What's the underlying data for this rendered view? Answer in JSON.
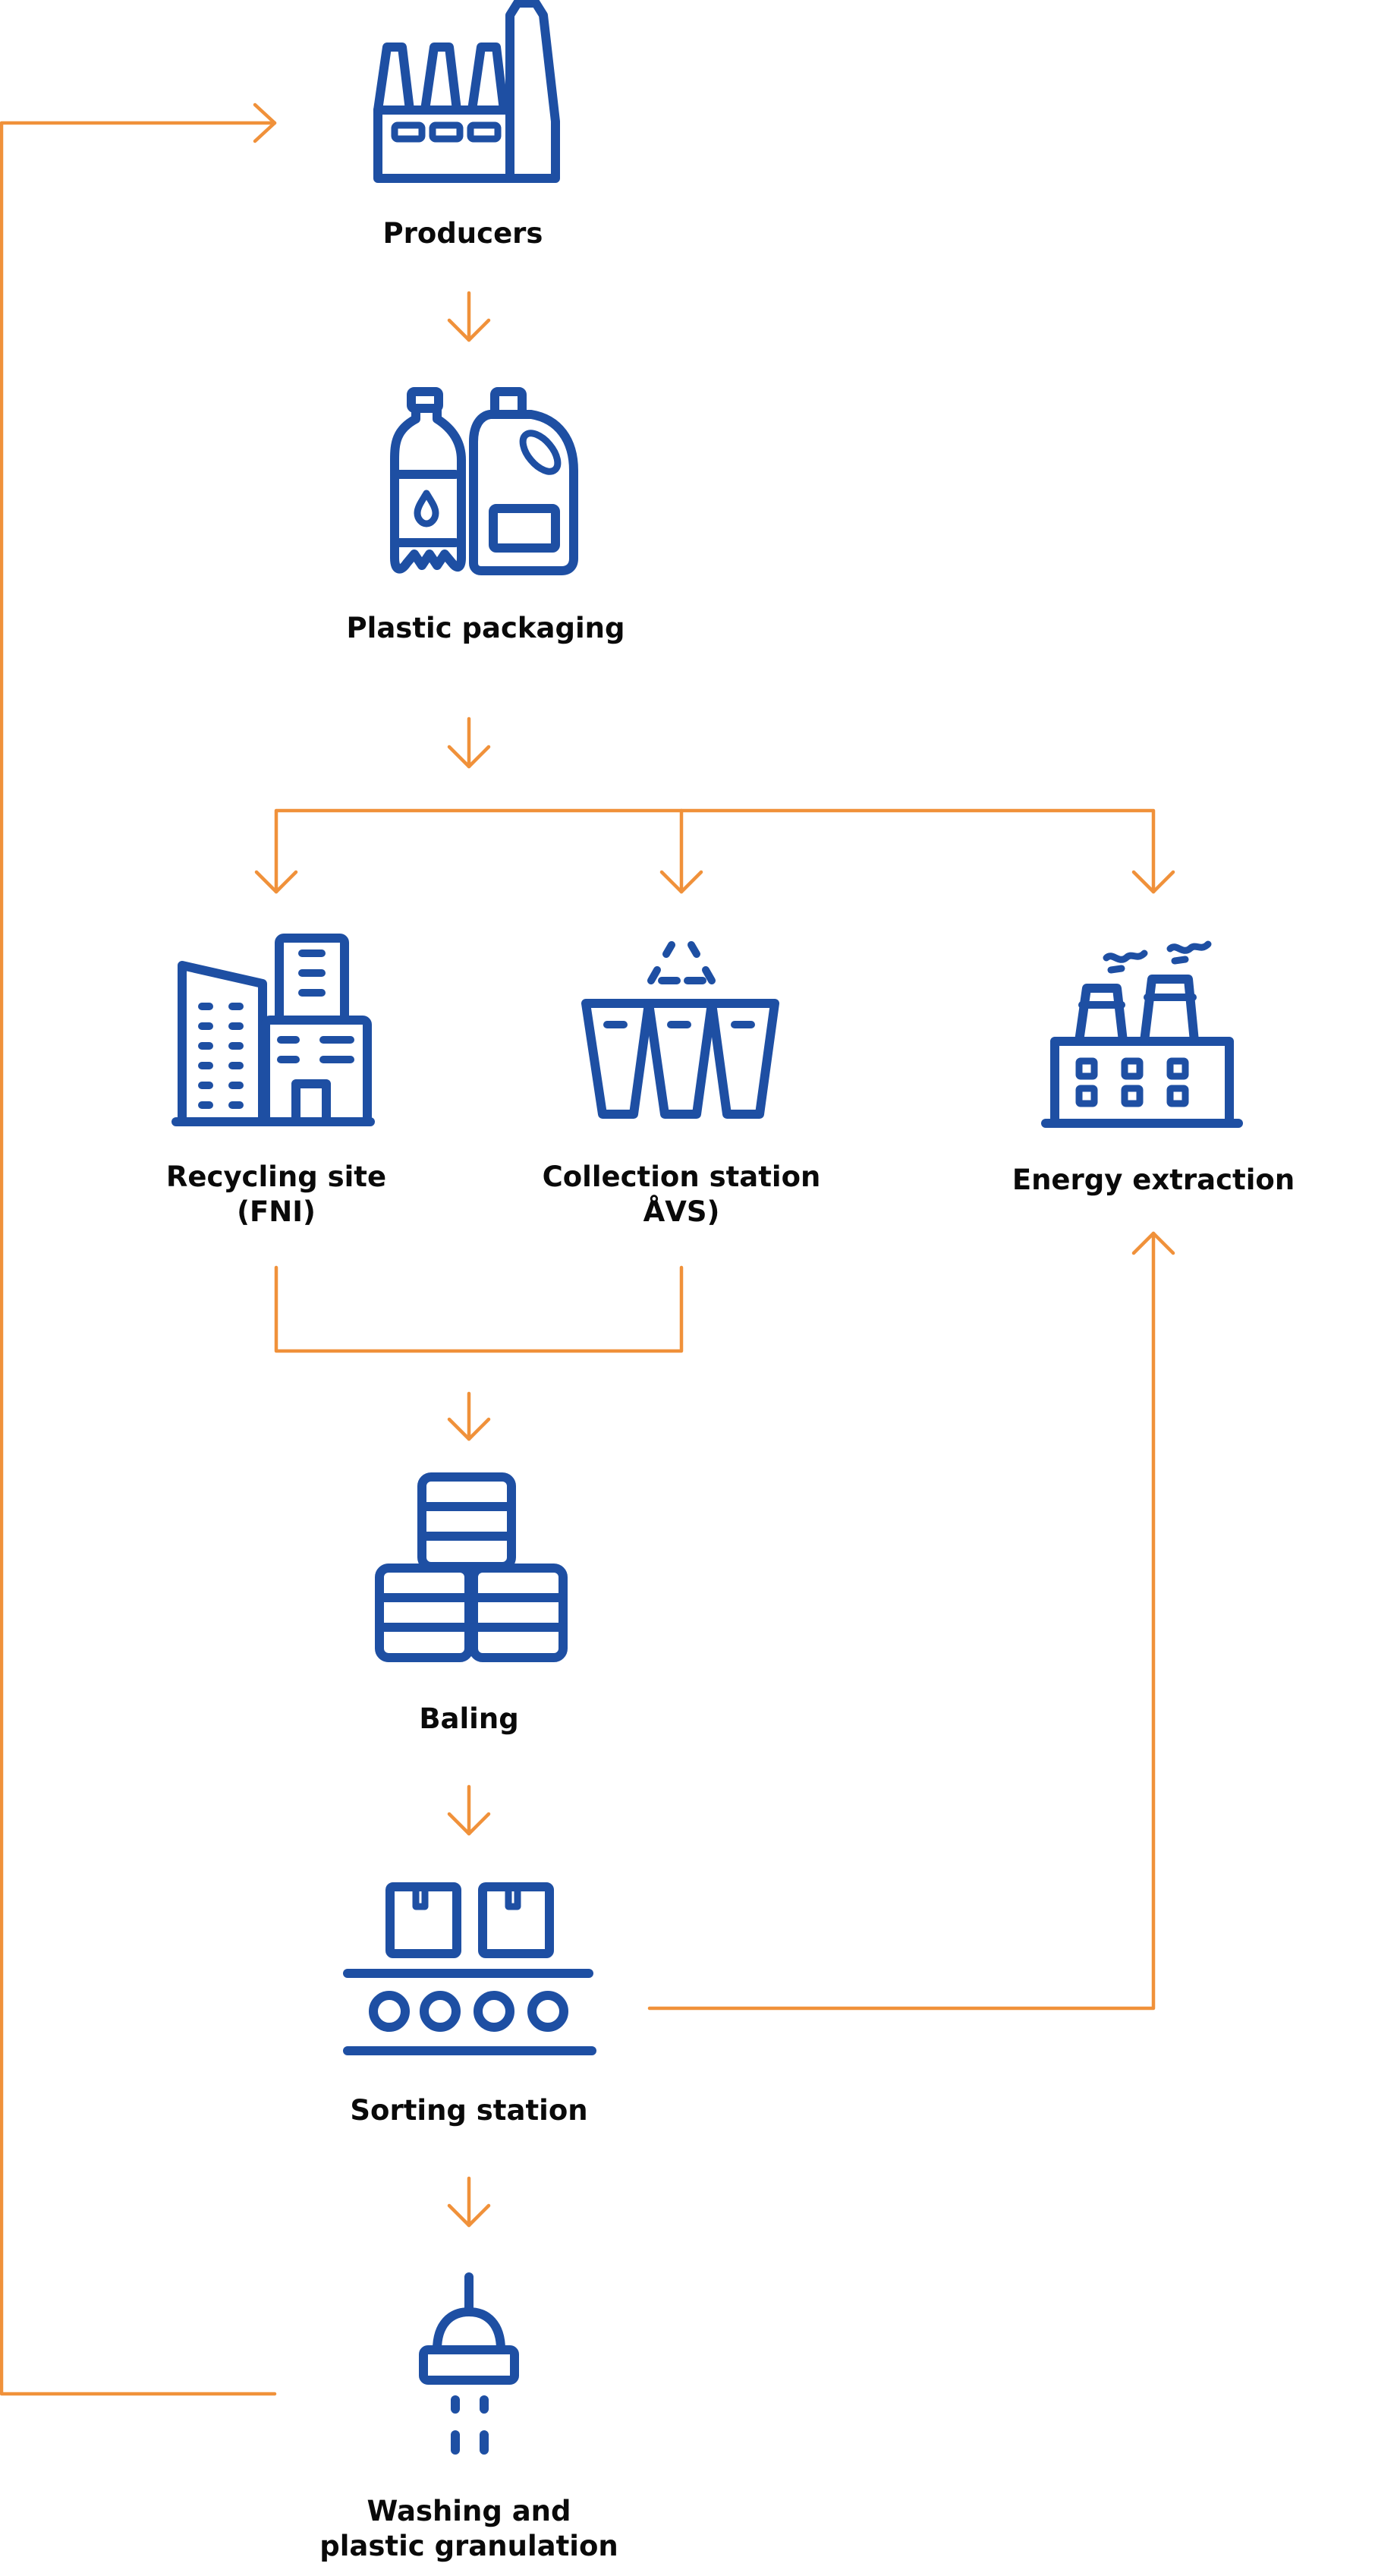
{
  "nodes": {
    "producers": {
      "label": "Producers"
    },
    "plastic_packaging": {
      "label": "Plastic packaging"
    },
    "recycling_site": {
      "label_line1": "Recycling site",
      "label_line2": "(FNI)"
    },
    "collection_station": {
      "label_line1": "Collection station",
      "label_line2": "ÅVS)"
    },
    "energy_extraction": {
      "label": "Energy extraction"
    },
    "baling": {
      "label": "Baling"
    },
    "sorting_station": {
      "label": "Sorting station"
    },
    "washing": {
      "label_line1": "Washing and",
      "label_line2": "plastic granulation"
    }
  },
  "icons": {
    "producers": "factory-icon",
    "plastic_packaging": "plastic-bottles-icon",
    "recycling_site": "city-buildings-icon",
    "collection_station": "recycling-bins-icon",
    "energy_extraction": "power-plant-icon",
    "baling": "bales-icon",
    "sorting_station": "conveyor-belt-icon",
    "washing": "washing-nozzle-icon"
  },
  "colors": {
    "icon": "#1e4fa3",
    "flow": "#f0913a",
    "text": "#0a0a0a"
  }
}
